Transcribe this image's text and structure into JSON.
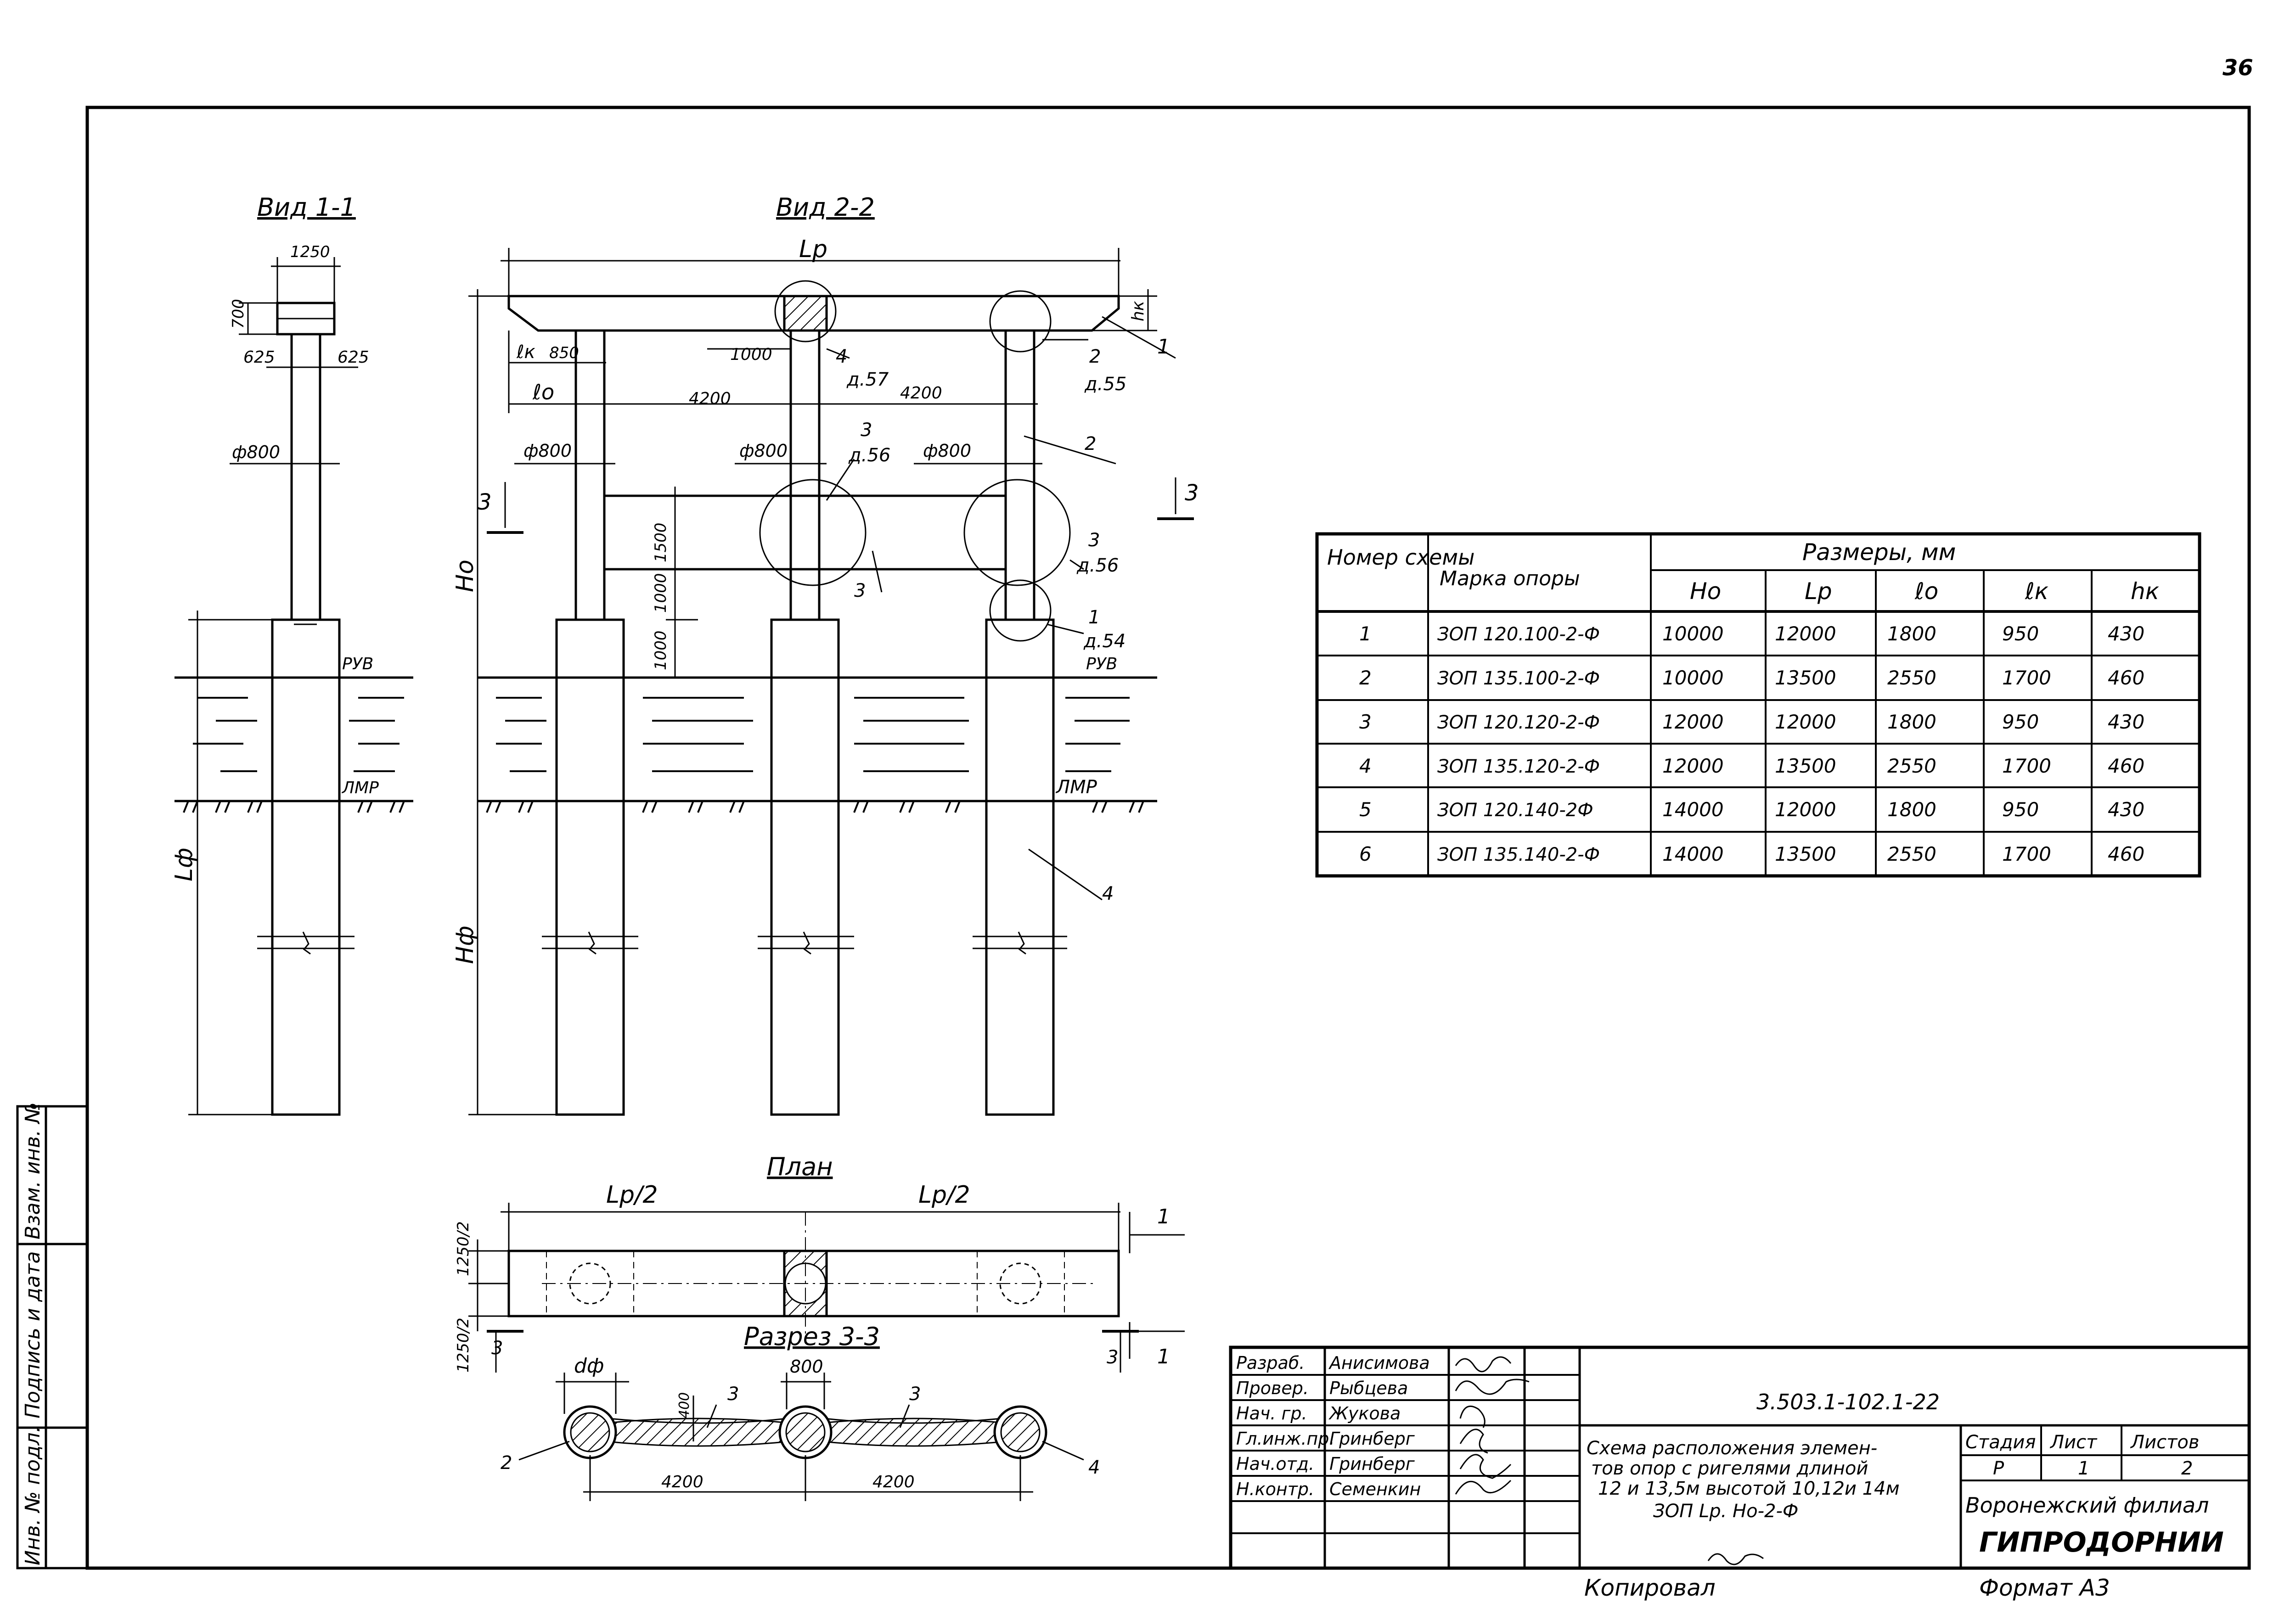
{
  "page_number": "36",
  "views": {
    "view11": "Вид 1-1",
    "view22": "Вид 2-2",
    "plan": "План",
    "section33": "Разрез 3-3"
  },
  "dims": {
    "d1250": "1250",
    "d700": "700",
    "d625": "625",
    "d800phi": "ф800",
    "d800": "800",
    "lp": "Lр",
    "lp2": "Lр/2",
    "lk": "ℓк",
    "l0": "ℓо",
    "d850": "850",
    "d1000": "1000",
    "d4200": "4200",
    "d1500": "1500",
    "hk": "hк",
    "h0": "Hо",
    "hf": "Hф",
    "lf": "Lф",
    "d1250_2": "1250/2",
    "dphi": "dф",
    "d400": "400"
  },
  "callouts": {
    "c1": "1",
    "c2": "2",
    "c3": "3",
    "c4": "4",
    "d54": "д.54",
    "d55": "д.55",
    "d56": "д.56",
    "d57": "д.57",
    "section_mark": "3",
    "section_mark1": "1"
  },
  "levels": {
    "ruv": "РУВ",
    "lmr": "ЛМР"
  },
  "table": {
    "col_scheme": "Номер схемы",
    "col_mark": "Марка опоры",
    "col_sizes": "Размеры, мм",
    "sub": [
      "Hо",
      "Lр",
      "ℓо",
      "ℓк",
      "hк"
    ],
    "rows": [
      [
        "1",
        "ЗОП 120.100-2-Ф",
        "10000",
        "12000",
        "1800",
        "950",
        "430"
      ],
      [
        "2",
        "ЗОП 135.100-2-Ф",
        "10000",
        "13500",
        "2550",
        "1700",
        "460"
      ],
      [
        "3",
        "ЗОП 120.120-2-Ф",
        "12000",
        "12000",
        "1800",
        "950",
        "430"
      ],
      [
        "4",
        "ЗОП 135.120-2-Ф",
        "12000",
        "13500",
        "2550",
        "1700",
        "460"
      ],
      [
        "5",
        "ЗОП 120.140-2Ф",
        "14000",
        "12000",
        "1800",
        "950",
        "430"
      ],
      [
        "6",
        "ЗОП 135.140-2-Ф",
        "14000",
        "13500",
        "2550",
        "1700",
        "460"
      ]
    ]
  },
  "titleblock": {
    "roles": [
      "Разраб.",
      "Провер.",
      "Нач. гр.",
      "Гл.инж.пр.",
      "Нач.отд.",
      "Н.контр."
    ],
    "names": [
      "Анисимова",
      "Рыбцева",
      "Жукова",
      "Гринберг",
      "Гринберг",
      "Семенкин"
    ],
    "code": "3.503.1-102.1-22",
    "desc": [
      "Схема расположения элемен-",
      "тов опор с ригелями длиной",
      "12 и 13,5м высотой 10,12и 14м",
      "ЗОП Lр. Hо-2-Ф"
    ],
    "stage_label": "Стадия",
    "sheet_label": "Лист",
    "sheets_label": "Листов",
    "stage": "Р",
    "sheet": "1",
    "sheets": "2",
    "org1": "Воронежский филиал",
    "org2": "ГИПРОДОРНИИ"
  },
  "side_stamp": [
    "Инв. № подл.",
    "Подпись и дата",
    "Взам. инв. №"
  ],
  "bottom": {
    "copied": "Копировал",
    "format": "Формат А3"
  }
}
